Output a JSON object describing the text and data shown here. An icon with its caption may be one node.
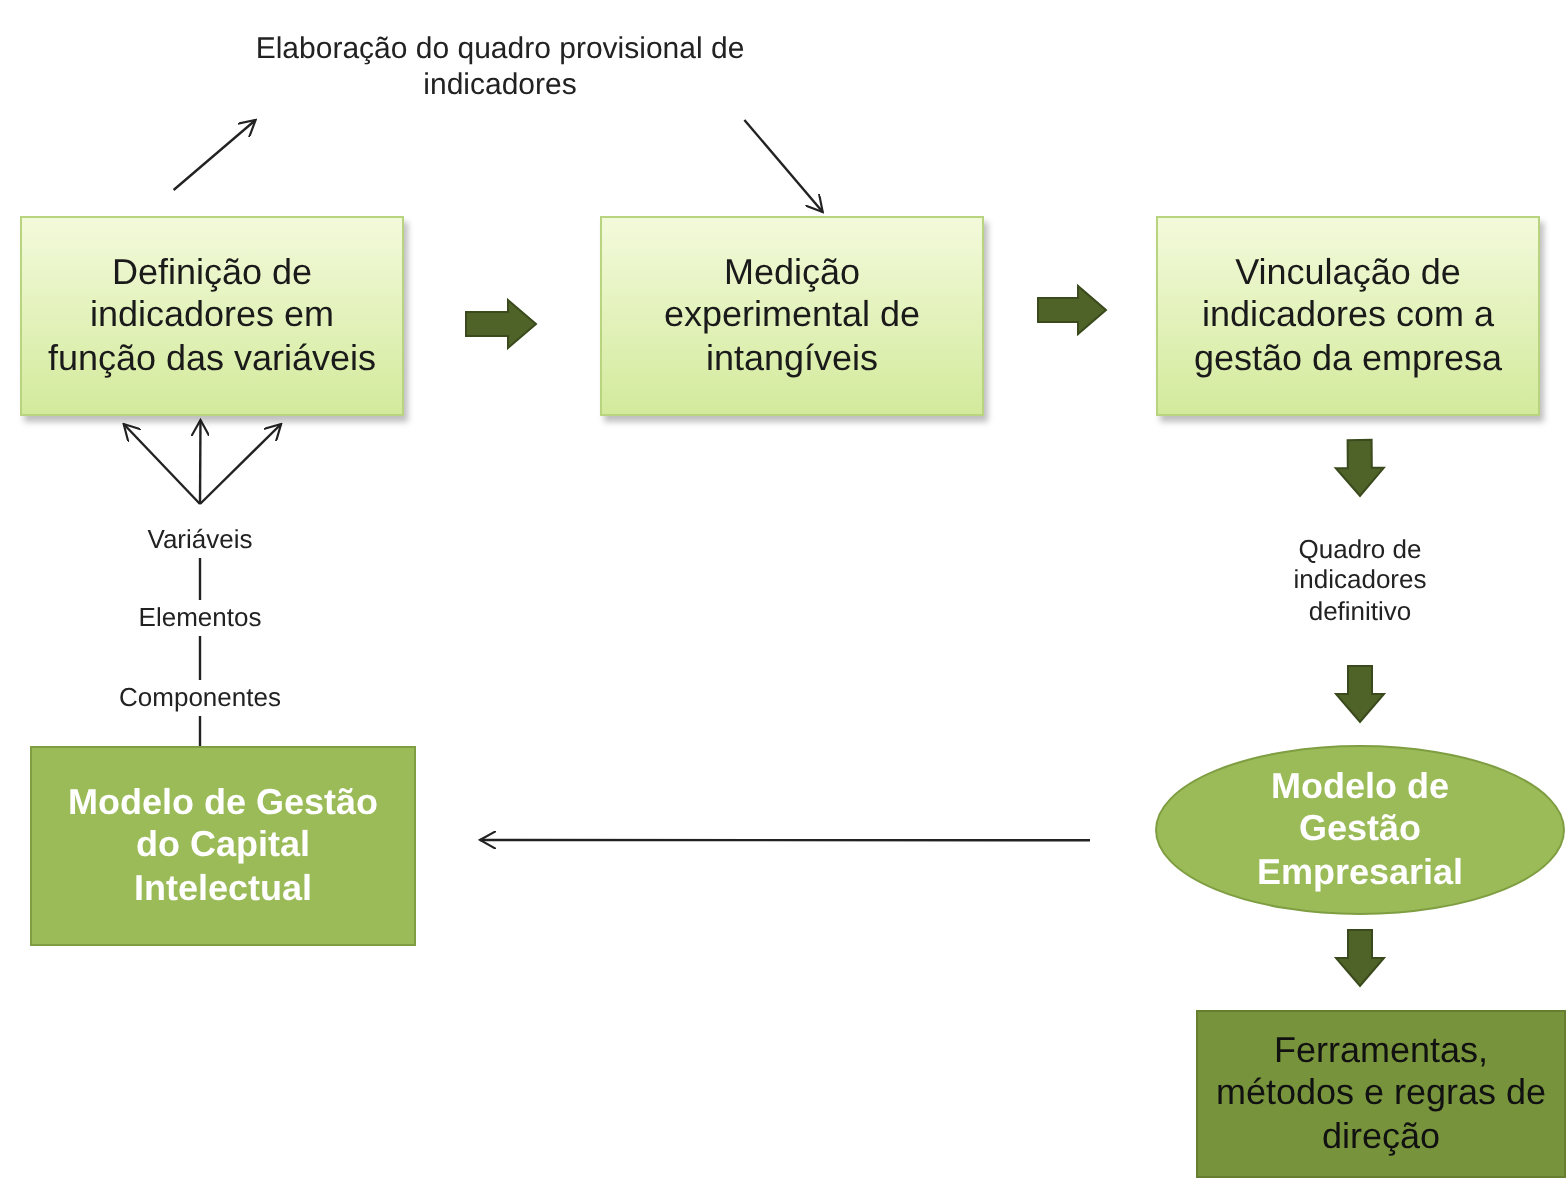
{
  "diagram": {
    "nodes": [
      {
        "text": [
          "Elaboração do quadro provisional de indicadores"
        ]
      },
      {
        "text": [
          "Definição de indicadores em função das variáveis"
        ]
      },
      {
        "text": [
          "Medição experimental de intangíveis"
        ]
      },
      {
        "text": [
          "Vinculação de indicadores com a gestão da empresa"
        ]
      },
      {
        "text": [
          "Variáveis"
        ]
      },
      {
        "text": [
          "Quadro de indicadores definitivo"
        ]
      },
      {
        "text": [
          "Elementos"
        ]
      },
      {
        "text": [
          "Componentes"
        ]
      },
      {
        "text": [
          "Modelo de Gestão do Capital Intelectual"
        ]
      },
      {
        "text": [
          "Modelo de Gestão Empresarial"
        ]
      },
      {
        "text": [
          "Ferramentas, métodos e regras de direção"
        ]
      }
    ],
    "edges": [
      {
        "from": 1,
        "to": 0,
        "arrow": "to"
      },
      {
        "from": 0,
        "to": 2,
        "arrow": "to"
      },
      {
        "from": 1,
        "to": 2,
        "arrow": "to",
        "style": "thick",
        "color": "#4f6228"
      },
      {
        "from": 2,
        "to": 3,
        "arrow": "to",
        "style": "thick",
        "color": "#4f6228"
      },
      {
        "from": 3,
        "to": 5,
        "arrow": "to",
        "style": "thick",
        "color": "#4f6228"
      },
      {
        "from": 4,
        "to": 1,
        "arrow": "to"
      },
      {
        "from": 4,
        "to": 1,
        "arrow": "to"
      },
      {
        "from": 4,
        "to": 1,
        "arrow": "to"
      },
      {
        "from": 6,
        "to": 4,
        "arrow": "none"
      },
      {
        "from": 7,
        "to": 6,
        "arrow": "none"
      },
      {
        "from": 8,
        "to": 7,
        "arrow": "none"
      },
      {
        "from": 5,
        "to": 9,
        "arrow": "to",
        "style": "thick",
        "color": "#4f6228"
      },
      {
        "from": 9,
        "to": 8,
        "arrow": "to"
      },
      {
        "from": 9,
        "to": 10,
        "arrow": "to",
        "style": "thick",
        "color": "#4f6228"
      }
    ]
  }
}
